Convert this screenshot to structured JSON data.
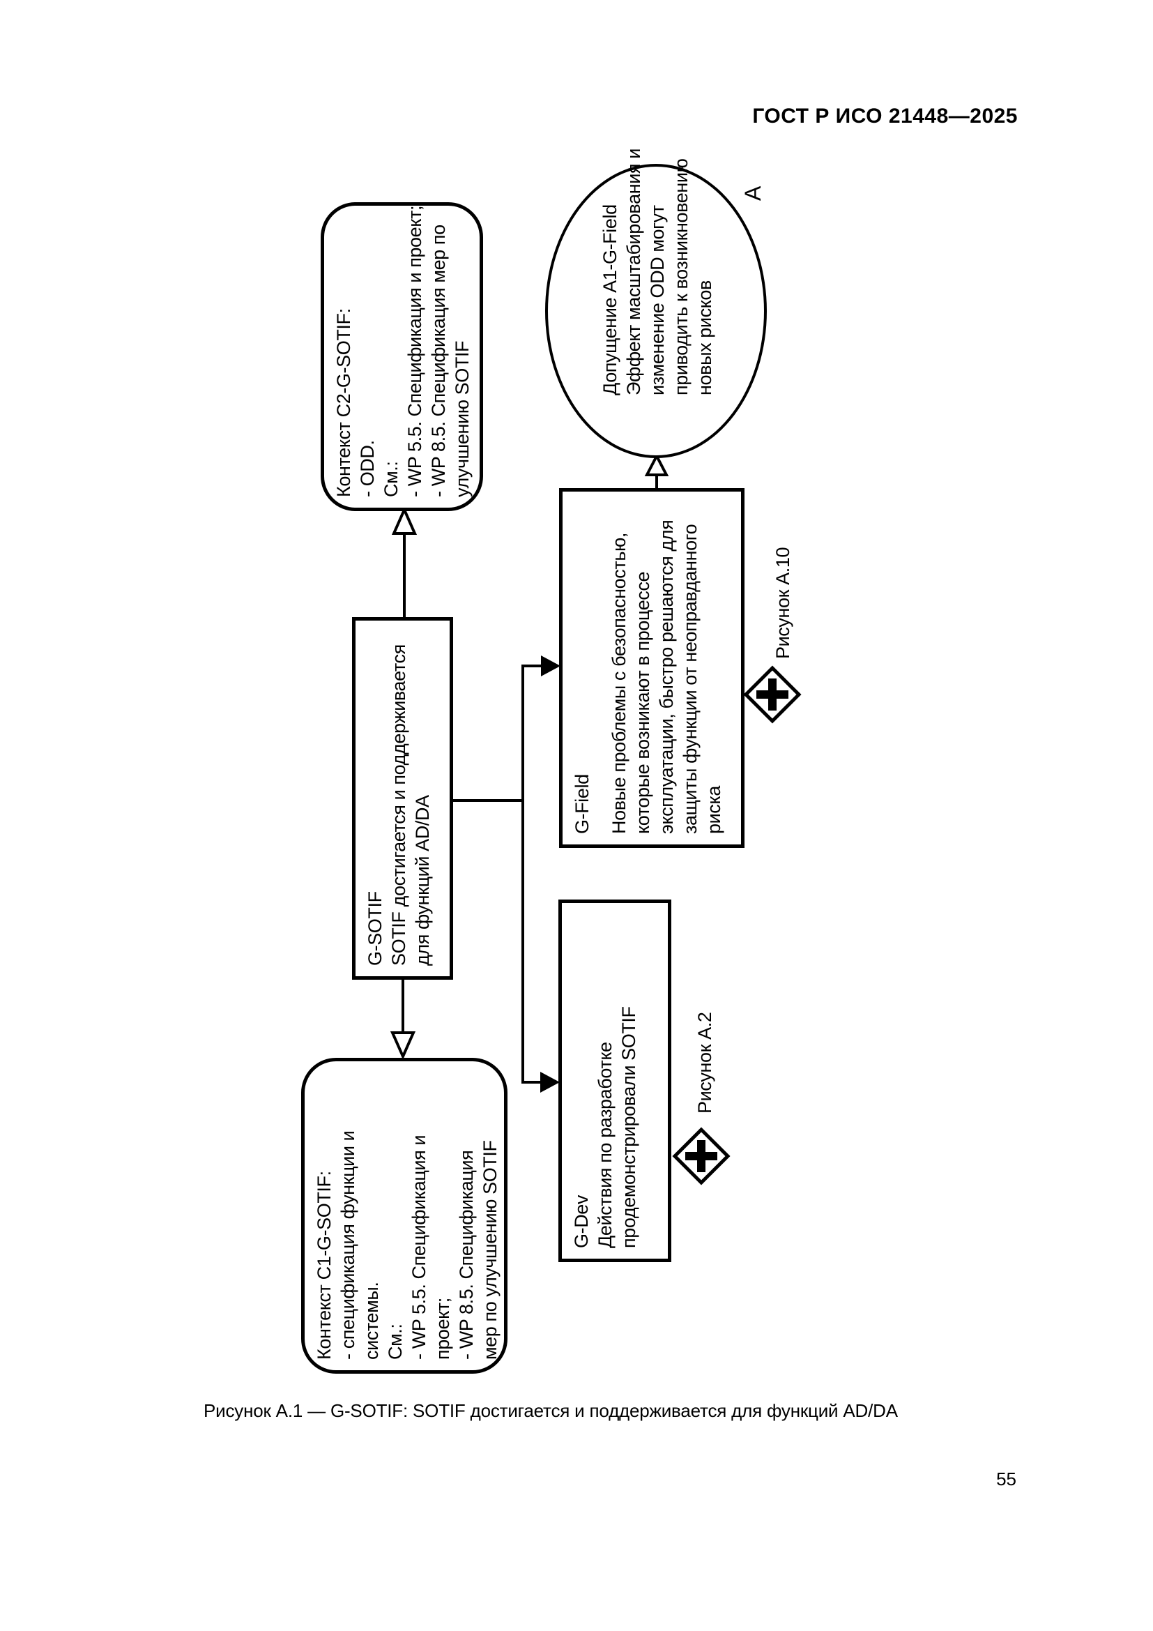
{
  "page": {
    "header": "ГОСТ Р ИСО 21448—2025",
    "caption": "Рисунок А.1 — G-SOTIF: SOTIF достигается и поддерживается для функций AD/DA",
    "page_number": "55"
  },
  "colors": {
    "ink": "#000000",
    "paper": "#ffffff"
  },
  "diagram": {
    "goal_gsotif": {
      "id": "G-SOTIF",
      "lines": [
        "SOTIF достигается и поддерживается",
        "для функций AD/DA"
      ]
    },
    "goal_gdev": {
      "id": "G-Dev",
      "lines": [
        "Действия по разработке",
        "продемонстрировали SOTIF"
      ]
    },
    "goal_gfield": {
      "id": "G-Field",
      "lines": [
        "Новые проблемы с безопасностью,",
        "которые возникают в процессе",
        "эксплуатации, быстро решаются для",
        "защиты функции от неоправданного",
        "риска"
      ]
    },
    "context_c1": {
      "lines": [
        "Контекст C1-G-SOTIF:",
        "- спецификация функции и",
        "системы.",
        "См.:",
        "- WP 5.5. Спецификация и",
        "проект;",
        "- WP 8.5. Спецификация",
        "мер по улучшению SOTIF"
      ]
    },
    "context_c2": {
      "lines": [
        "Контекст C2-G-SOTIF:",
        "- ODD.",
        "См.:",
        "- WP 5.5. Спецификация и проект;",
        "- WP 8.5. Спецификация мер по",
        "улучшению SOTIF"
      ]
    },
    "assumption_a1": {
      "lines": [
        "Допущение A1-G-Field",
        "Эффект масштабирования и",
        "изменение ODD могут",
        "приводить к возникновению",
        "новых рисков"
      ]
    },
    "figure_ref_a2": "Рисунок А.2",
    "figure_ref_a10": "Рисунок А.10",
    "module_label": "А"
  }
}
